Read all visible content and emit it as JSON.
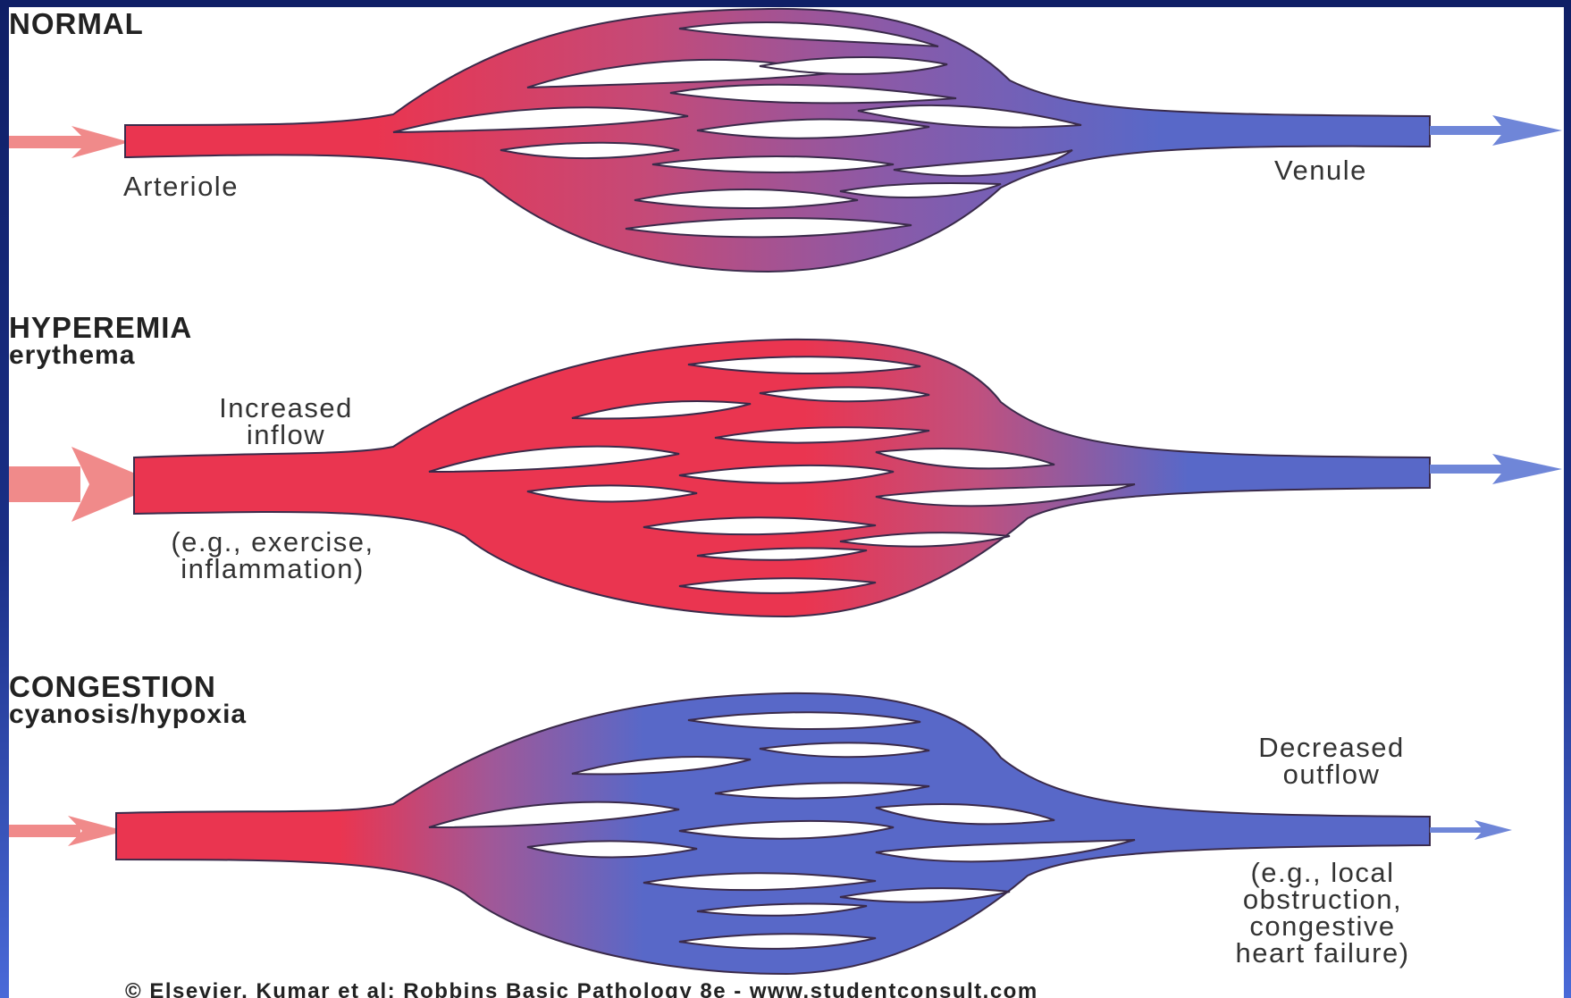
{
  "panels": {
    "normal": {
      "title": "NORMAL",
      "arteriole_label": "Arteriole",
      "venule_label": "Venule"
    },
    "hyperemia": {
      "title": "HYPEREMIA",
      "subtitle": "erythema",
      "inflow_line1": "Increased",
      "inflow_line2": "inflow",
      "example_line1": "(e.g., exercise,",
      "example_line2": "inflammation)"
    },
    "congestion": {
      "title": "CONGESTION",
      "subtitle": "cyanosis/hypoxia",
      "outflow_line1": "Decreased",
      "outflow_line2": "outflow",
      "example_line1": "(e.g., local",
      "example_line2": "obstruction,",
      "example_line3": "congestive",
      "example_line4": "heart failure)"
    }
  },
  "credit": "© Elsevier. Kumar et al: Robbins Basic Pathology 8e - www.studentconsult.com",
  "colors": {
    "arterial": "#e8344e",
    "venous": "#5865c8",
    "arrow_in": "#f08080",
    "arrow_out": "#6f86d8",
    "outline": "#3a2a4a",
    "border": "#13236b"
  }
}
